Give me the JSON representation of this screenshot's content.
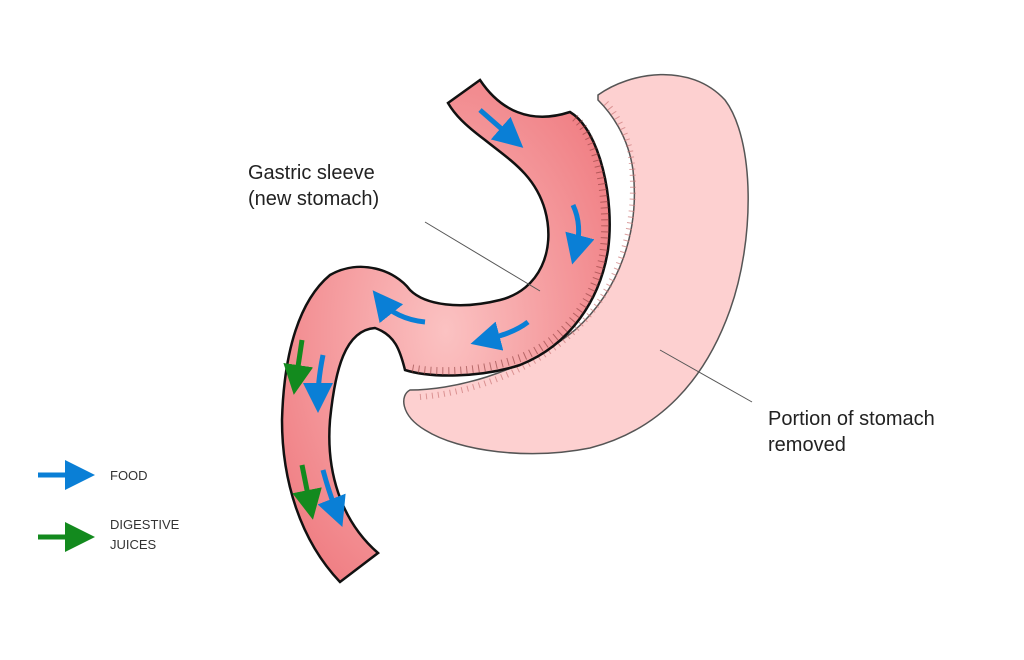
{
  "labels": {
    "sleeve_line1": "Gastric sleeve",
    "sleeve_line2": "(new stomach)",
    "removed_line1": "Portion of stomach",
    "removed_line2": "removed"
  },
  "legend": [
    {
      "label": "FOOD",
      "color": "#0a7fd6"
    },
    {
      "label_line1": "DIGESTIVE",
      "label_line2": "JUICES",
      "color": "#138a1e"
    }
  ],
  "colors": {
    "sleeve": "#f5a3a3",
    "removed": "#fdd0d0",
    "outline": "#111111"
  }
}
